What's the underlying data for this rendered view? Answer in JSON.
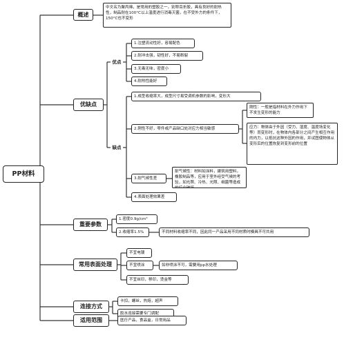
{
  "root": {
    "label": "PP材料"
  },
  "overview": {
    "label": "概述",
    "text": "中文名为聚丙烯，是常用的塑胶之一，别称百折胶，具有良好的耐热性，制品耐在100°C以上温度进行消毒灭菌，在不受外力的条件下，150°C也不变形"
  },
  "pros_cons": {
    "label": "优缺点",
    "pros": {
      "label": "优点",
      "items": [
        "1.注塑流动性好，容易配色",
        "2.耐冲击强，韧性好，不易断裂",
        "3.无毒无味，密度小",
        "4.耐热性能好"
      ]
    },
    "cons": {
      "label": "缺点",
      "item1": "1.成型收缩率大，成型尺寸易受调机参数的影响，变形大",
      "item2": "2.刚性不好，零件或产品缺口处对应力相当敏感",
      "rigidity_note": "刚性：一般是指材料在外力作用下不发生变形的能力",
      "stress_note": "应力：物体由于外因（受力、湿度、温度场变化等）而变形时，在物体内各部分之间产生相互作用的内力，以抵抗这种外因的作用，并试图使物体从变形后的位置恢复到变形前的位置",
      "item3": "3.耐气候性差",
      "weather_note": "耐气候性：材料如涂料，建筑用塑料，橡胶制品等，应用于室外经受气候的考验，如光照、冷热、光照、细菌等造成的综合破坏",
      "item4": "4.表面处理效果差"
    }
  },
  "params": {
    "label": "重要参数",
    "density": "1.密度0.9g/cm³",
    "shrink": "2.收缩率1.5%",
    "shrink_note": "不同材料收缩率不同，因此同一产品采用不同材质时模具不可共用"
  },
  "surface": {
    "label": "常用表面处理",
    "items": [
      "不宜电镀",
      "不宜喷涂",
      "不宜丝印，移印，烫金等"
    ],
    "spray_note": "如非喷涂不可，需要用pp水处理"
  },
  "joining": {
    "label": "连接方式",
    "items": [
      "卡扣，螺丝，热熔，超声",
      "胶水连接需要专门调配"
    ]
  },
  "uses": {
    "label": "适用范围",
    "text": "医疗产品，食品盒，日常用品"
  }
}
